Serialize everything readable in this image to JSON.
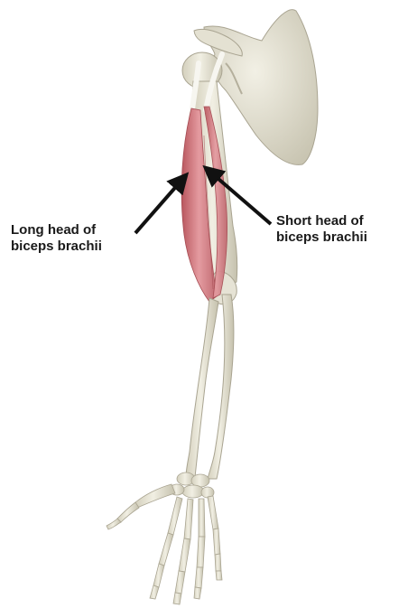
{
  "labels": {
    "long_head": {
      "line1": "Long head of",
      "line2": "biceps brachii"
    },
    "short_head": {
      "line1": "Short head of",
      "line2": "biceps brachii"
    }
  },
  "colors": {
    "background": "#ffffff",
    "bone": "#e9e6d8",
    "bone_shade": "#c9c5b2",
    "muscle": "#d98a8f",
    "muscle_shade": "#b9575e",
    "arrow": "#111111"
  }
}
